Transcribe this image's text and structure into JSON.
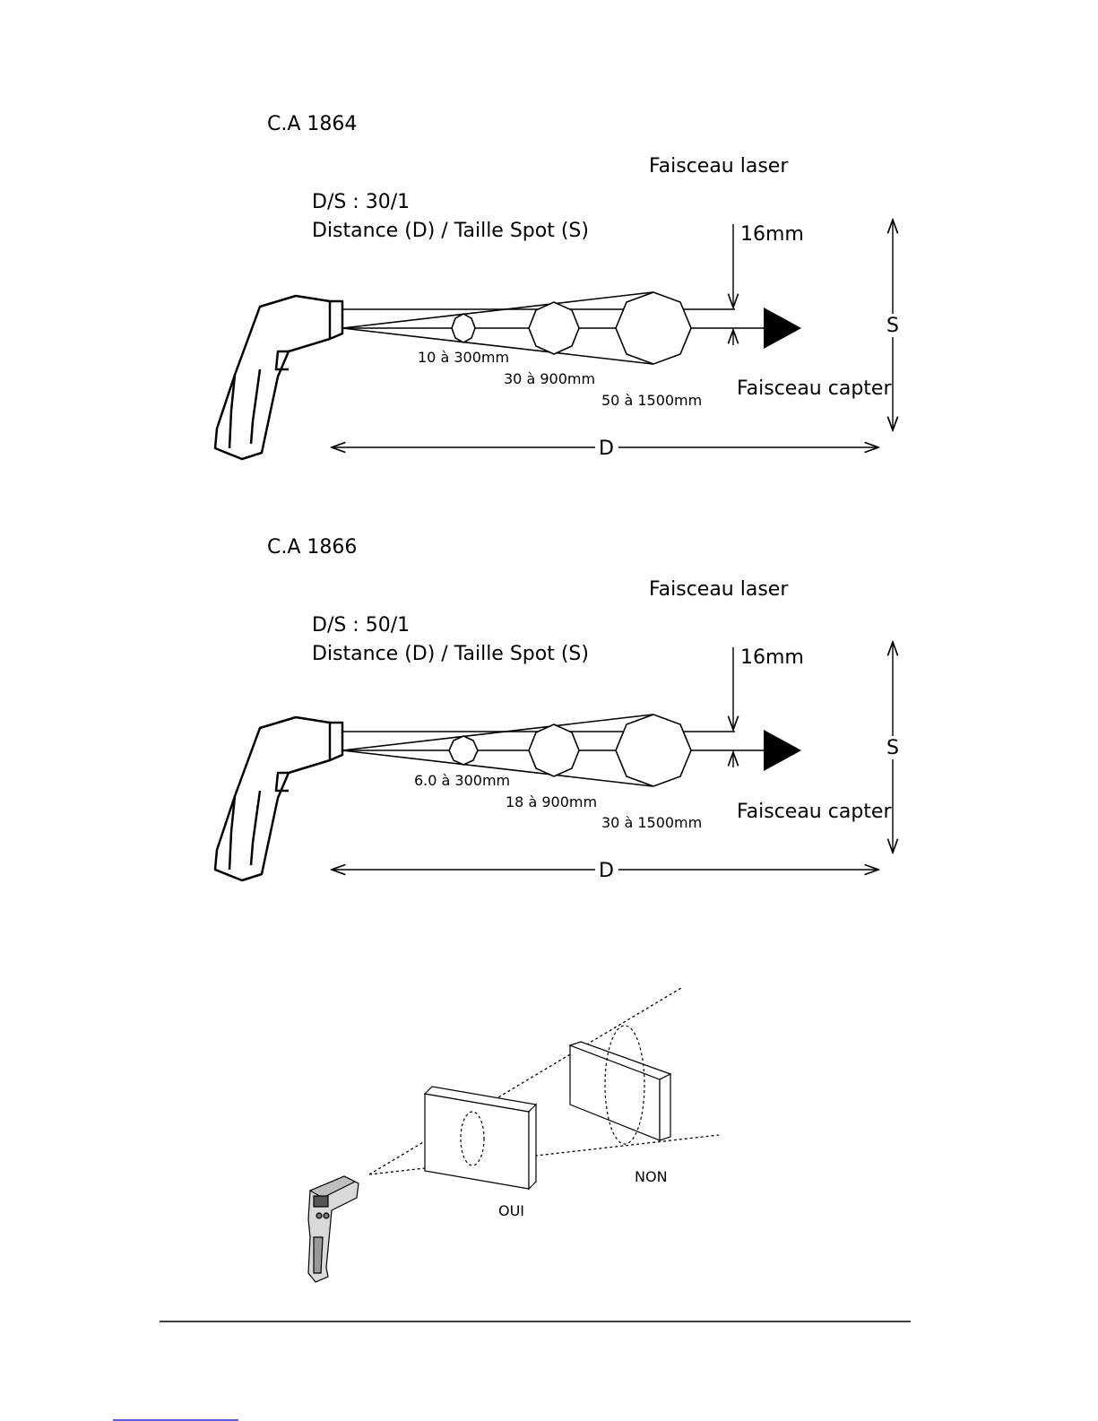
{
  "diagrams": [
    {
      "model": "C.A 1864",
      "laser_label": "Faisceau laser",
      "ratio": "D/S : 30/1",
      "ratio_caption": "Distance (D) / Taille Spot (S)",
      "spot_size": "16mm",
      "spots": [
        "10 à 300mm",
        "30 à 900mm",
        "50 à 1500mm"
      ],
      "sensor_label": "Faisceau capter",
      "s_label": "S",
      "d_label": "D"
    },
    {
      "model": "C.A 1866",
      "laser_label": "Faisceau laser",
      "ratio": "D/S : 50/1",
      "ratio_caption": "Distance (D) / Taille Spot (S)",
      "spot_size": "16mm",
      "spots": [
        "6.0 à 300mm",
        "18 à 900mm",
        "30 à 1500mm"
      ],
      "sensor_label": "Faisceau capter",
      "s_label": "S",
      "d_label": "D"
    }
  ],
  "target_illustration": {
    "yes_label": "OUI",
    "no_label": "NON"
  },
  "colors": {
    "line": "#000000",
    "footer_link": "#2b2bd6"
  }
}
